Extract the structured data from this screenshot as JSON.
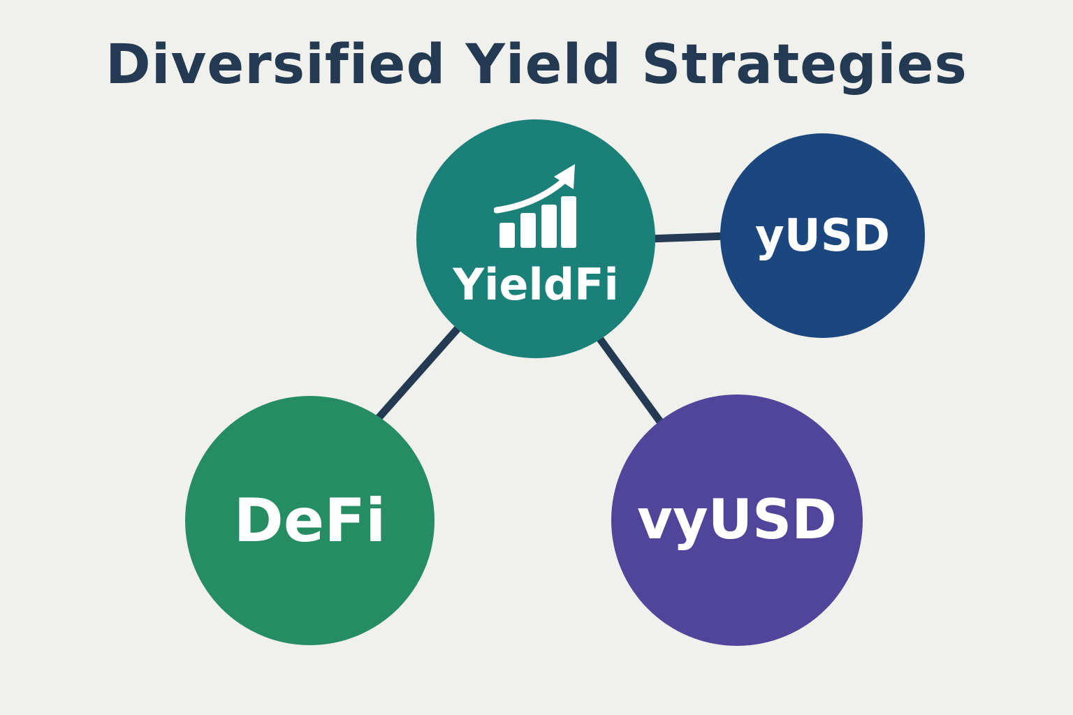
{
  "title": "Diversified Yield Strategies",
  "colors": {
    "background": "#f0f1ec",
    "title": "#243a52",
    "connector": "#243a52",
    "yieldfi": "#1b8078",
    "yusd": "#1c467e",
    "defi": "#268c63",
    "vyusd": "#50459a"
  },
  "nodes": {
    "yieldfi": {
      "label": "YieldFi",
      "icon": "growth-chart-icon"
    },
    "yusd": {
      "label": "yUSD"
    },
    "defi": {
      "label": "DeFi"
    },
    "vyusd": {
      "label": "vyUSD"
    }
  }
}
